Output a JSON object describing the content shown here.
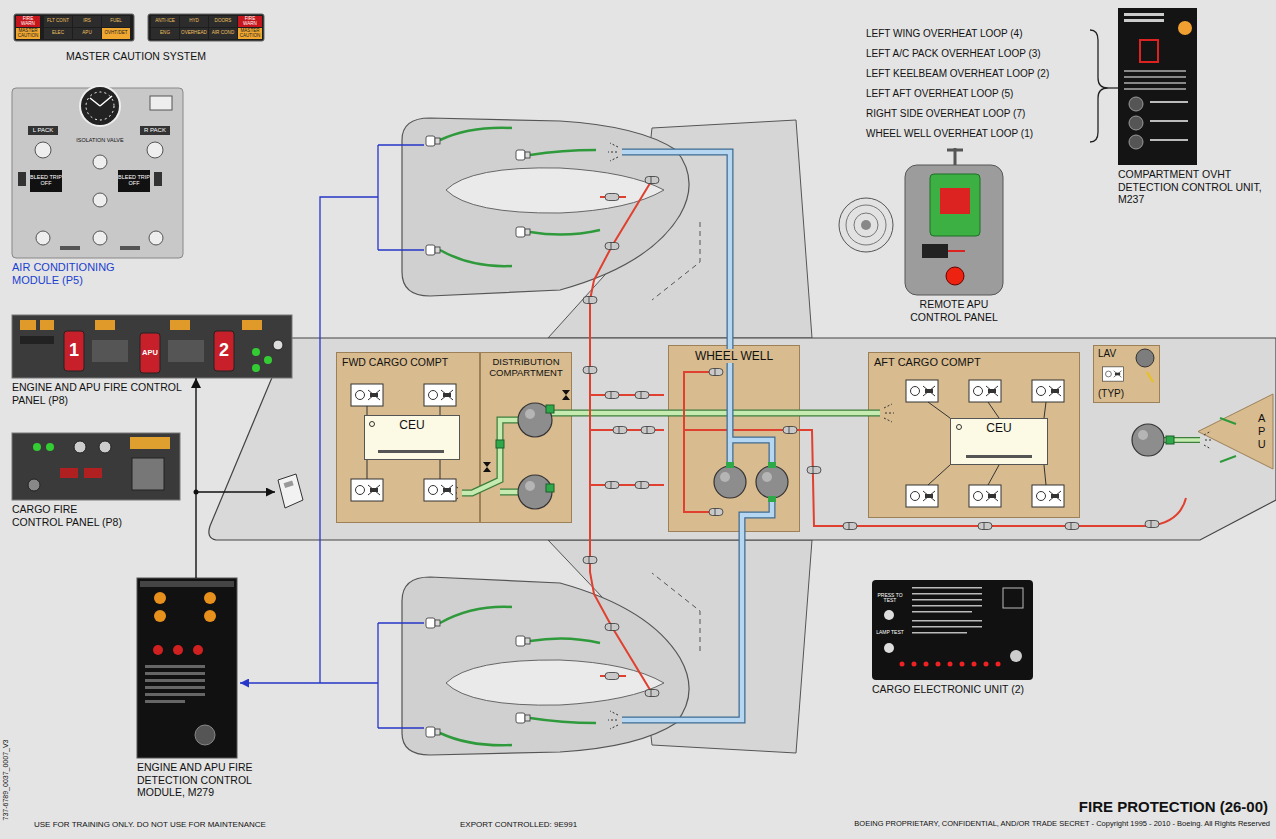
{
  "diagram": {
    "title": "FIRE PROTECTION (26-00)",
    "nodes": [
      {
        "text": [
          "AIR CONDITIONING MODULE (P5)"
        ]
      },
      {
        "text": [
          "ENGINE AND APU FIRE CONTROL PANEL (P8)"
        ]
      },
      {
        "text": [
          "CARGO FIRE CONTROL PANEL (P8)"
        ]
      },
      {
        "text": [
          "ENGINE AND APU FIRE DETECTION CONTROL MODULE, M279"
        ]
      },
      {
        "text": [
          "FWD CARGO COMPT"
        ]
      },
      {
        "text": [
          "CEU"
        ],
        "in": 4
      },
      {
        "text": [
          "DISTRIBUTION COMPARTMENT"
        ]
      },
      {
        "text": [
          "WHEEL WELL"
        ]
      },
      {
        "text": [
          "AFT CARGO COMPT"
        ]
      },
      {
        "text": [
          "CEU"
        ],
        "in": 8
      },
      {
        "text": [
          "LAV",
          "(TYP)"
        ]
      },
      {
        "text": [
          "A P U"
        ]
      },
      {
        "text": [
          "REMOTE APU CONTROL PANEL"
        ]
      },
      {
        "text": [
          "COMPARTMENT OVHT DETECTION CONTROL UNIT, M237"
        ]
      },
      {
        "text": [
          "CARGO ELECTRONIC UNIT (2)"
        ]
      }
    ],
    "edges": [
      {
        "from": 3,
        "to": 1,
        "arrow": "to"
      },
      {
        "from": 6,
        "to": 8,
        "arrow": "none"
      }
    ],
    "labels": [
      "MASTER CAUTION SYSTEM",
      "FIRE WARN",
      "MASTER CAUTION",
      "FLT CONT",
      "IRS",
      "FUEL",
      "ELEC",
      "APU",
      "OVHT/DET",
      "ANTI-ICE",
      "HYD",
      "DOORS",
      "ENG",
      "OVERHEAD",
      "AIR COND",
      "FIRE WARN",
      "MASTER CAUTION",
      "L PACK",
      "ISOLATION VALVE",
      "R PACK",
      "BLEED TRIP OFF",
      "BLEED TRIP OFF",
      "1",
      "APU",
      "2",
      "PRESS TO TEST",
      "LAMP TEST",
      "LEFT WING OVERHEAT LOOP (4)",
      "LEFT A/C PACK OVERHEAT LOOP (3)",
      "LEFT KEELBEAM OVERHEAT LOOP (2)",
      "LEFT AFT OVERHEAT LOOP (5)",
      "RIGHT SIDE OVERHEAT LOOP (7)",
      "WHEEL WELL OVERHEAT LOOP (1)",
      "USE FOR TRAINING ONLY. DO NOT USE FOR MAINTENANCE",
      "EXPORT CONTROLLED: 9E991",
      "BOEING PROPRIETARY, CONFIDENTIAL, AND/OR TRADE SECRET - Copyright 1995 - 2010 - Boeing. All Rights Reserved",
      "737-6789_0037_0007_V3"
    ]
  }
}
